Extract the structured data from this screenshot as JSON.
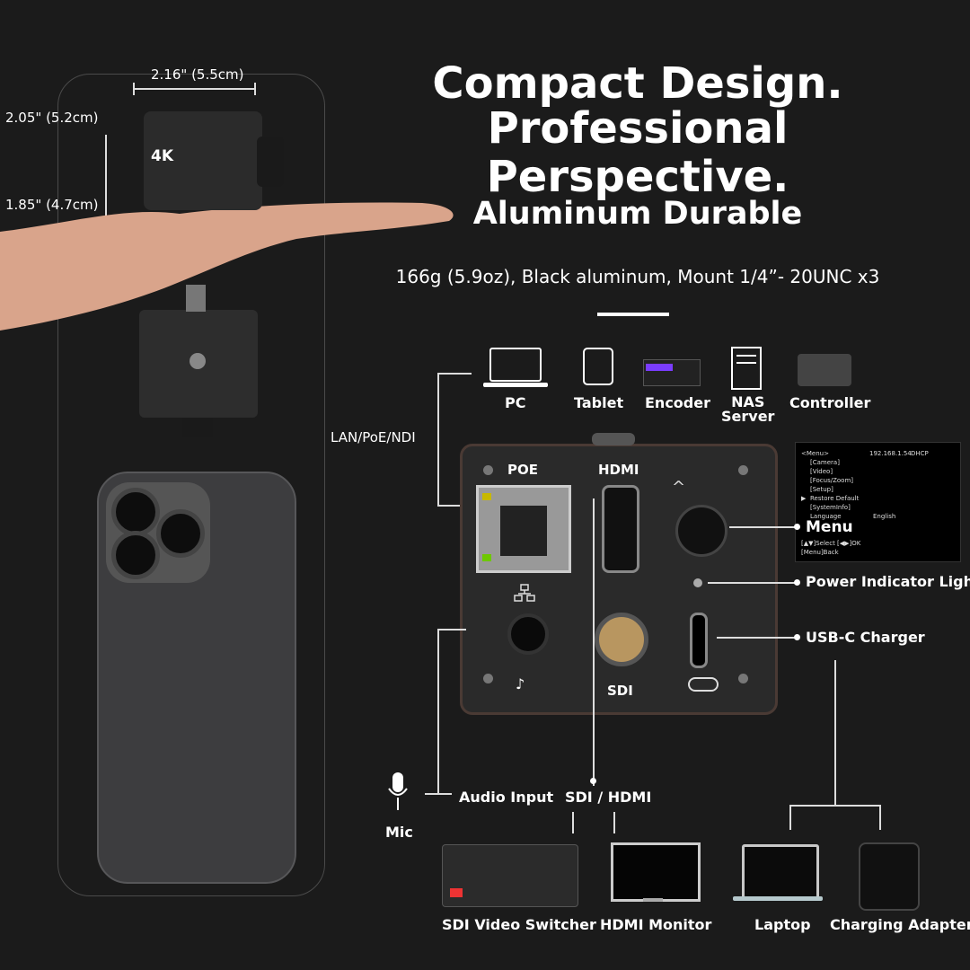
{
  "header": {
    "line1": "Compact Design.",
    "line2": "Professional Perspective.",
    "subtitle": "Aluminum Durable",
    "spec": "166g (5.9oz), Black aluminum, Mount 1/4”- 20UNC x3"
  },
  "dimensions": {
    "width": "2.16\" (5.5cm)",
    "depth": "2.05\" (5.2cm)",
    "height": "1.85\" (4.7cm)"
  },
  "camera_badge": "4K",
  "devices": [
    "PC",
    "Tablet",
    "Encoder",
    "NAS\nServer",
    "Controller"
  ],
  "connections": {
    "lan": "LAN/PoE/NDI",
    "audio": "Audio Input",
    "mic": "Mic",
    "sdi_hdmi": "SDI / HDMI",
    "menu": "Menu",
    "power": "Power Indicator Light",
    "usbc": "USB-C  Charger"
  },
  "panel_labels": {
    "poe": "POE",
    "hdmi": "HDMI",
    "sdi": "SDI"
  },
  "menu_screen": {
    "title": "<Menu>",
    "ip": "192.168.1.54",
    "mode": "DHCP",
    "items": [
      "[Camera]",
      "[Video]",
      "[Focus/Zoom]",
      "[Setup]",
      "Restore Default",
      "[SystemInfo]",
      "Language"
    ],
    "language_value": "English",
    "hint1": "[▲▼]Select [◀▶]OK",
    "hint2": "[Menu]Back"
  },
  "outputs": [
    "SDI Video Switcher",
    "HDMI Monitor",
    "Laptop",
    "Charging Adapter"
  ],
  "icons": [
    "laptop-icon",
    "tablet-icon",
    "encoder-icon",
    "server-icon",
    "controller-icon",
    "mic-icon",
    "lan-icon",
    "audio-icon",
    "usb-c-icon"
  ]
}
